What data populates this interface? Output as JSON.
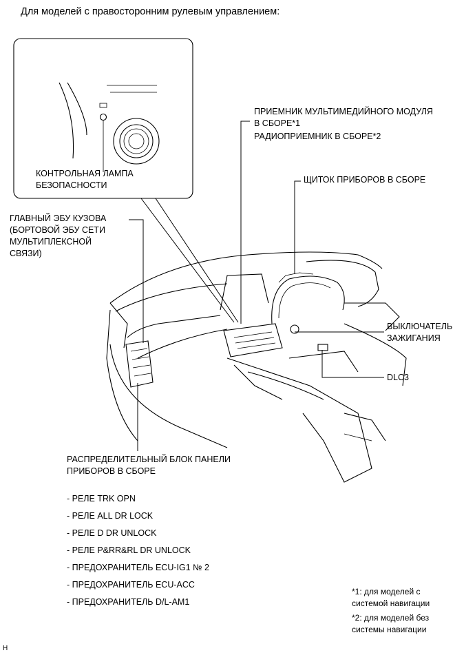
{
  "title": "Для моделей с правосторонним рулевым управлением:",
  "callouts": {
    "security_lamp": "КОНТРОЛЬНАЯ ЛАМПА\nБЕЗОПАСНОСТИ",
    "multimedia": "ПРИЕМНИК МУЛЬТИМЕДИЙНОГО МОДУЛЯ\nВ СБОРЕ*1",
    "radio": "РАДИОПРИЕМНИК В СБОРЕ*2",
    "meter": "ЩИТОК ПРИБОРОВ В СБОРЕ",
    "main_body_ecu": "ГЛАВНЫЙ ЭБУ КУЗОВА\n(БОРТОВОЙ ЭБУ СЕТИ\nМУЛЬТИПЛЕКСНОЙ\nСВЯЗИ)",
    "ignition_switch": "ВЫКЛЮЧАТЕЛЬ\nЗАЖИГАНИЯ",
    "dlc3": "DLC3",
    "junction_block": "РАСПРЕДЕЛИТЕЛЬНЫЙ БЛОК ПАНЕЛИ\nПРИБОРОВ В СБОРЕ"
  },
  "components": [
    "- РЕЛЕ TRK OPN",
    "- РЕЛЕ ALL DR LOCK",
    "- РЕЛЕ D DR UNLOCK",
    "- РЕЛЕ P&RR&RL DR UNLOCK",
    "- ПРЕДОХРАНИТЕЛЬ ECU-IG1 № 2",
    "- ПРЕДОХРАНИТЕЛЬ ECU-ACC",
    "- ПРЕДОХРАНИТЕЛЬ D/L-AM1"
  ],
  "notes": {
    "note1": "*1: для моделей с\nсистемой навигации",
    "note2": "*2: для моделей без\nсистемы навигации"
  },
  "figure_code": "H"
}
